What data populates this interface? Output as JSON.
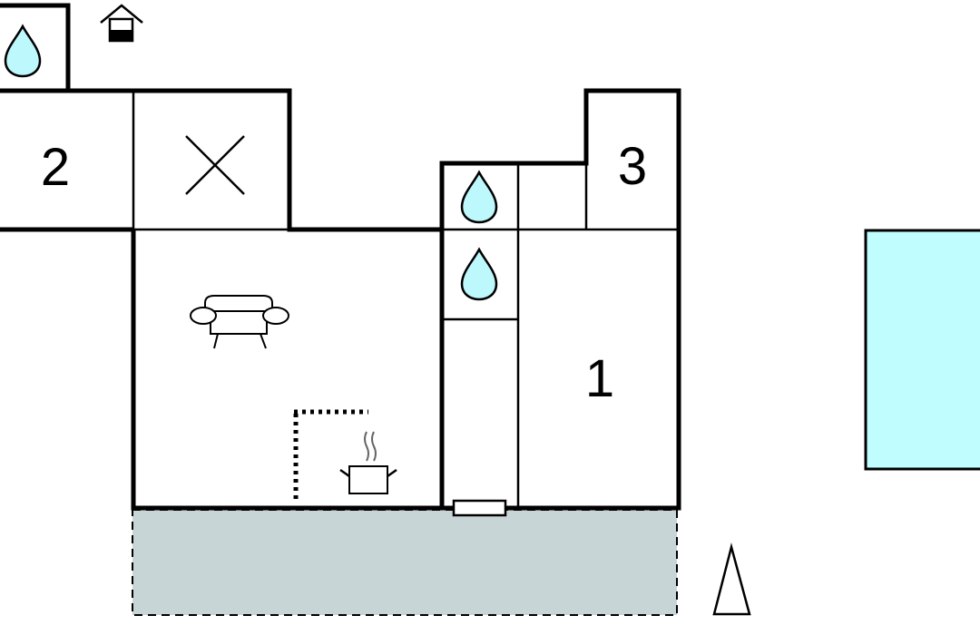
{
  "rooms": {
    "room_1_label": "1",
    "room_2_label": "2",
    "room_3_label": "3"
  },
  "icons": {
    "water_drop": "water-drop-icon",
    "sofa": "sofa-icon",
    "cooking_pot": "cooking-pot-icon",
    "cross": "cross-icon",
    "house_entrance": "house-entrance-icon",
    "north_arrow": "north-arrow-icon"
  },
  "colors": {
    "wall": "#000000",
    "water": "#bdf8fd",
    "pool": "#bffdff",
    "terrace": "#c8d5d7",
    "background": "#ffffff"
  }
}
